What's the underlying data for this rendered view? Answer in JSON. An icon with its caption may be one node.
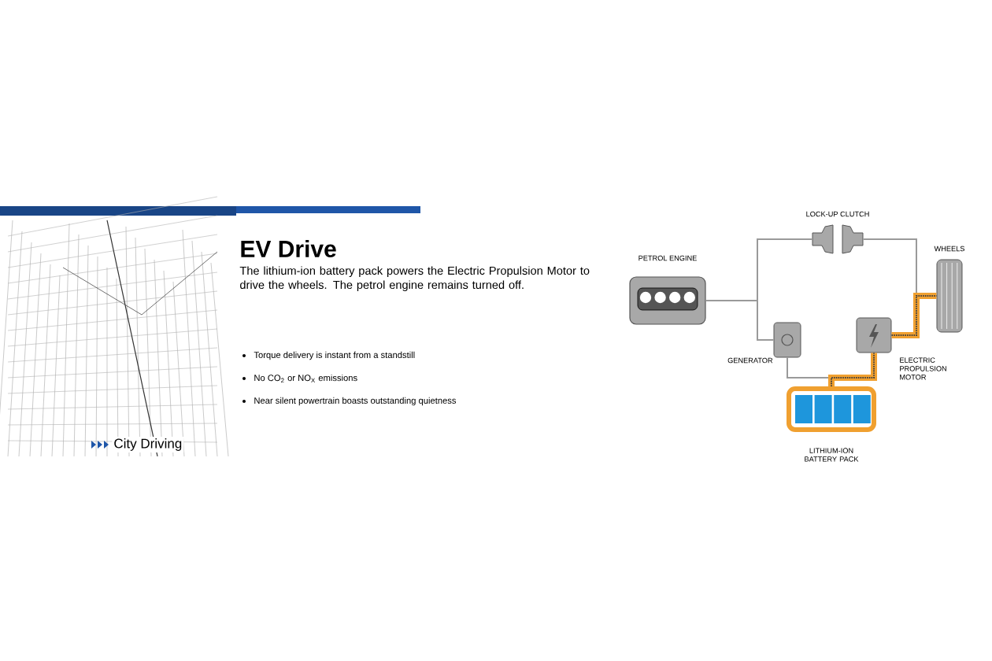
{
  "diagram": {
    "title": "EV Drive",
    "nodes": [
      {
        "text": [
          "PETROL ENGINE"
        ]
      },
      {
        "text": [
          "LOCK-UP CLUTCH"
        ]
      },
      {
        "text": [
          "WHEELS"
        ]
      },
      {
        "text": [
          "GENERATOR"
        ]
      },
      {
        "text": [
          "ELECTRIC PROPULSION MOTOR"
        ]
      },
      {
        "text": [
          "LITHIUM-ION BATTERY PACK"
        ]
      }
    ],
    "edges": [
      {
        "from": 0,
        "to": 1,
        "arrow": "none"
      },
      {
        "from": 0,
        "to": 3,
        "arrow": "none"
      },
      {
        "from": 1,
        "to": 2,
        "arrow": "none"
      },
      {
        "from": 3,
        "to": 5,
        "arrow": "none"
      },
      {
        "from": 5,
        "to": 4,
        "arrow": "none",
        "style": "thick",
        "color": "#f0a030"
      },
      {
        "from": 4,
        "to": 2,
        "arrow": "none",
        "style": "thick",
        "color": "#f0a030"
      }
    ],
    "labels": [
      "The lithium-ion battery pack powers the Electric Propulsion Motor to drive the wheels. The petrol engine remains turned off.",
      "Torque delivery is instant from a standstill",
      "No CO$_{2}$ or NO$_{X}$ emissions",
      "Near silent powertrain boasts outstanding quietness",
      "City Driving"
    ]
  }
}
